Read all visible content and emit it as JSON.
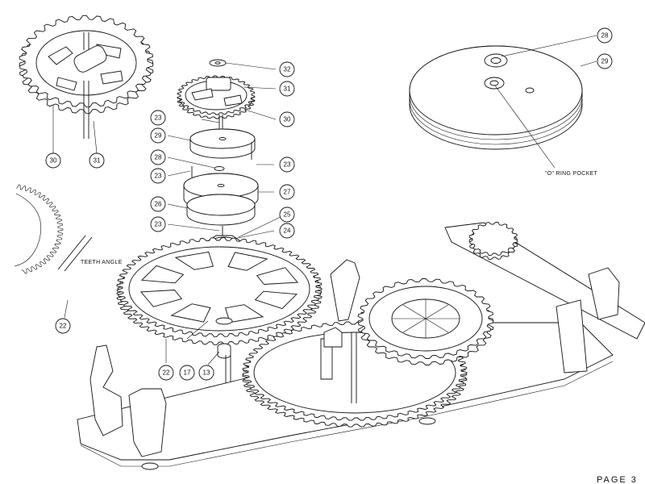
{
  "callouts": [
    "32",
    "31",
    "30",
    "23",
    "29",
    "28",
    "23",
    "23",
    "27",
    "26",
    "25",
    "23",
    "24",
    "28",
    "29",
    "30",
    "31",
    "22",
    "22",
    "17",
    "13"
  ],
  "notes": {
    "o_ring_pocket": "\"O\" RING POCKET",
    "teeth_angle": "TEETH ANGLE"
  },
  "page_label": "PAGE 3"
}
